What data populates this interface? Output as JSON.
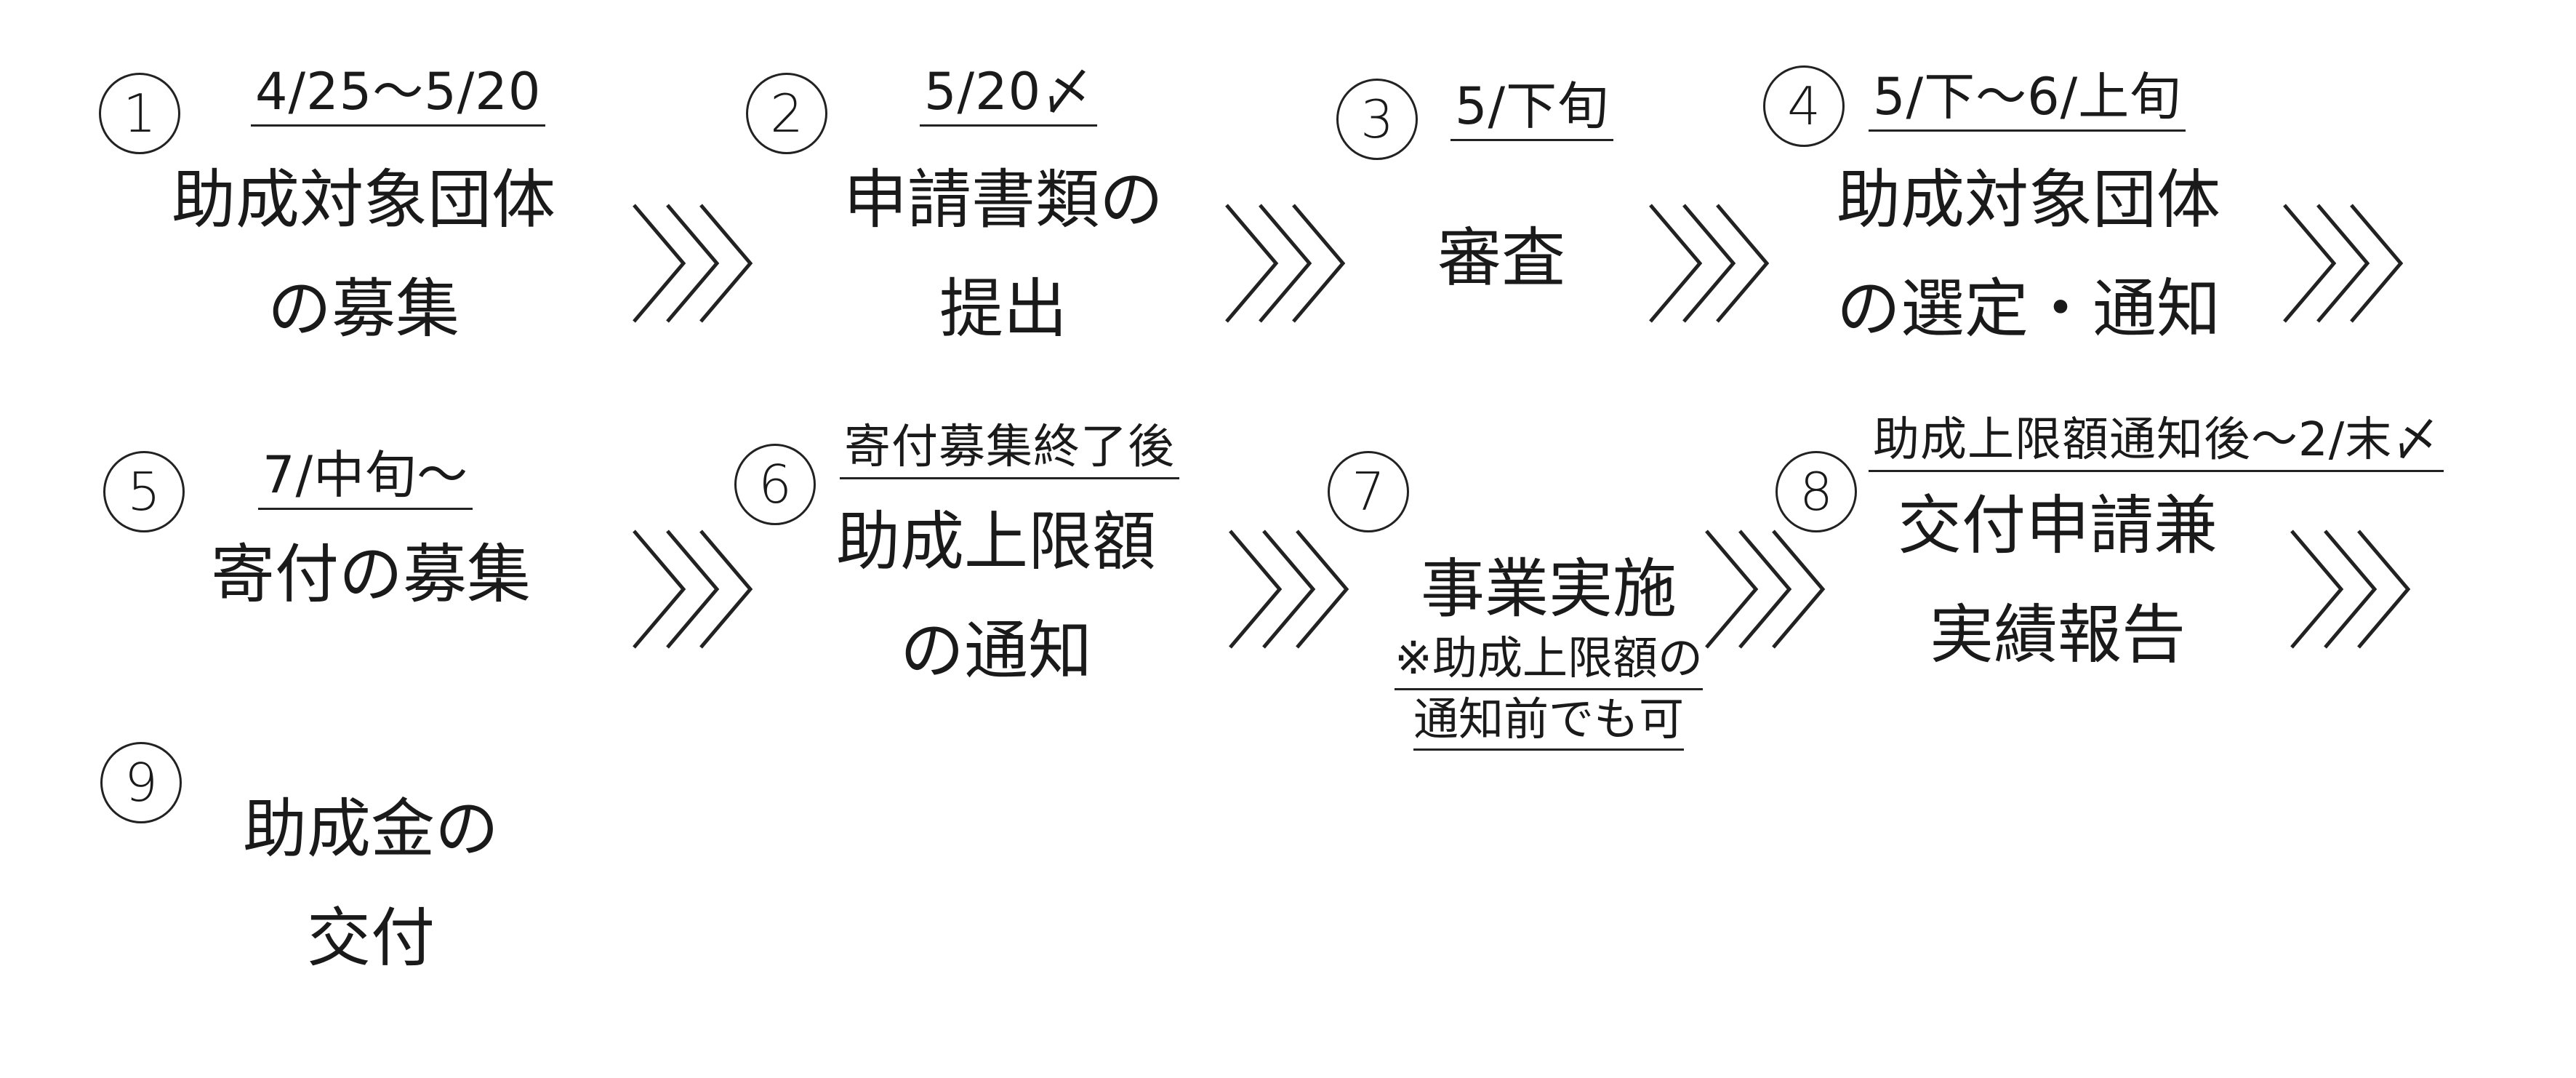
{
  "steps": [
    {
      "num": "1",
      "date": "4/25～5/20",
      "title": [
        "助成対象団体",
        "の募集"
      ]
    },
    {
      "num": "2",
      "date": "5/20〆",
      "title": [
        "申請書類の",
        "提出"
      ]
    },
    {
      "num": "3",
      "date": "5/下旬",
      "title": [
        "審査"
      ]
    },
    {
      "num": "4",
      "date": "5/下～6/上旬",
      "title": [
        "助成対象団体",
        "の選定・通知"
      ]
    },
    {
      "num": "5",
      "date": "7/中旬～",
      "title": [
        "寄付の募集"
      ]
    },
    {
      "num": "6",
      "date": "寄付募集終了後",
      "title": [
        "助成上限額",
        "の通知"
      ]
    },
    {
      "num": "7",
      "date": "",
      "title": [
        "事業実施"
      ],
      "note": [
        "※助成上限額の",
        "通知前でも可"
      ]
    },
    {
      "num": "8",
      "date": "助成上限額通知後～2/末〆",
      "title": [
        "交付申請兼",
        "実績報告"
      ]
    },
    {
      "num": "9",
      "date": "",
      "title": [
        "助成金の",
        "交付"
      ]
    }
  ],
  "arrow_icon": "triple-chevron-right-icon"
}
